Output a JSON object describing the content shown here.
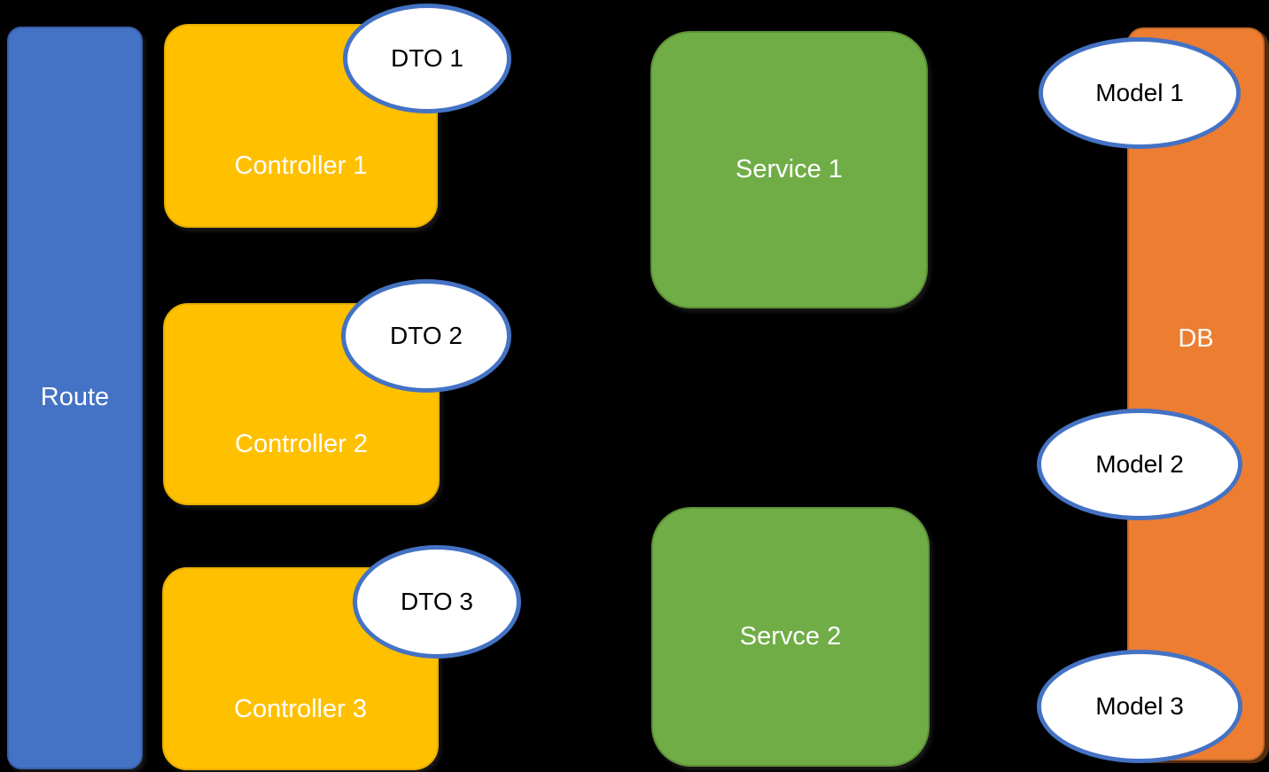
{
  "canvas": {
    "background": "#000000"
  },
  "palette": {
    "canvas_bg": "#000000",
    "route_fill": "#4472C4",
    "route_border": "#3A5FA8",
    "controller_fill": "#FFC000",
    "controller_border": "#E7AD00",
    "service_fill": "#70AD47",
    "service_border": "#5E9138",
    "db_fill": "#ED7D31",
    "db_border": "#C96A28",
    "ellipse_fill": "#FFFFFF",
    "ellipse_border": "#4472C4",
    "box_text": "#FFFFFF",
    "ellipse_text": "#000000"
  },
  "nodes": {
    "route": {
      "label": "Route"
    },
    "controllers": [
      {
        "label": "Controller 1"
      },
      {
        "label": "Controller 2"
      },
      {
        "label": "Controller 3"
      }
    ],
    "dtos": [
      {
        "label": "DTO 1"
      },
      {
        "label": "DTO 2"
      },
      {
        "label": "DTO 3"
      }
    ],
    "services": [
      {
        "label": "Service 1"
      },
      {
        "label": "Servce 2"
      }
    ],
    "db": {
      "label": "DB"
    },
    "models": [
      {
        "label": "Model 1"
      },
      {
        "label": "Model 2"
      },
      {
        "label": "Model 3"
      }
    ]
  }
}
